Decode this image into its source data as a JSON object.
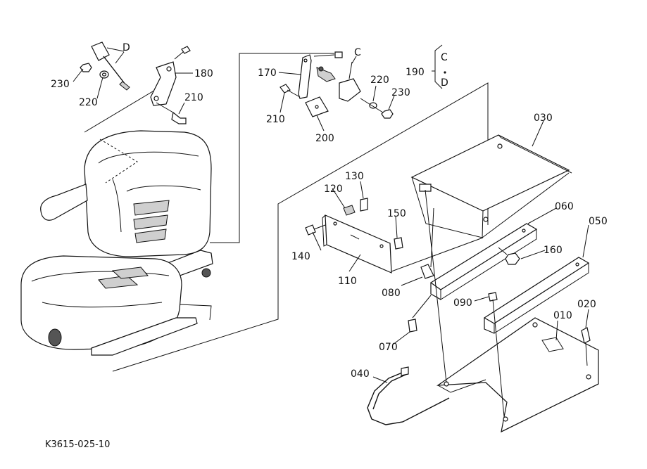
{
  "diagram": {
    "code": "K3615-025-10",
    "callouts": {
      "c010": "010",
      "c020": "020",
      "c030": "030",
      "c040": "040",
      "c050": "050",
      "c060": "060",
      "c070": "070",
      "c080": "080",
      "c090": "090",
      "c110": "110",
      "c120": "120",
      "c130": "130",
      "c140": "140",
      "c150": "150",
      "c160": "160",
      "c170": "170",
      "c180": "180",
      "c190": "190",
      "c200": "200",
      "c210a": "210",
      "c210b": "210",
      "c220a": "220",
      "c220b": "220",
      "c230a": "230",
      "c230b": "230",
      "refC": "C",
      "refD": "D",
      "refC2": "C",
      "refD2": "D"
    }
  }
}
